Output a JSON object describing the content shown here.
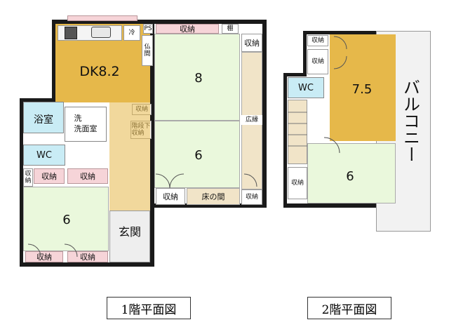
{
  "floor1": {
    "caption": "1階平面図",
    "rooms": {
      "dk": "DK8.2",
      "fridge": "冷",
      "ps": "PS",
      "butsuma": "仏\n間",
      "top_closet": "収納",
      "shelf": "棚",
      "right_closet_top": "収納",
      "tatami8": "8",
      "hiroen": "広縁",
      "bath": "浴室",
      "washroom": "洗\n洗面室",
      "closet_mid": "収納",
      "under_stairs": "階段下\n収納",
      "tatami6_mid": "6",
      "wc": "WC",
      "left_closet_small": "収\n納",
      "closet_left1": "収納",
      "closet_left2": "収納",
      "closet_tokonoma_left": "収納",
      "tokonoma": "床の間",
      "right_closet_bottom": "収納",
      "tatami6_bottom": "6",
      "genkan": "玄関",
      "bottom_closet1": "収納",
      "bottom_closet2": "収納"
    }
  },
  "floor2": {
    "caption": "2階平面図",
    "rooms": {
      "closet_top": "収納",
      "closet_second": "収納",
      "wc": "WC",
      "western": "7.5",
      "balcony": "バルコニー",
      "tatami6": "6",
      "closet_left": "収納"
    }
  }
}
